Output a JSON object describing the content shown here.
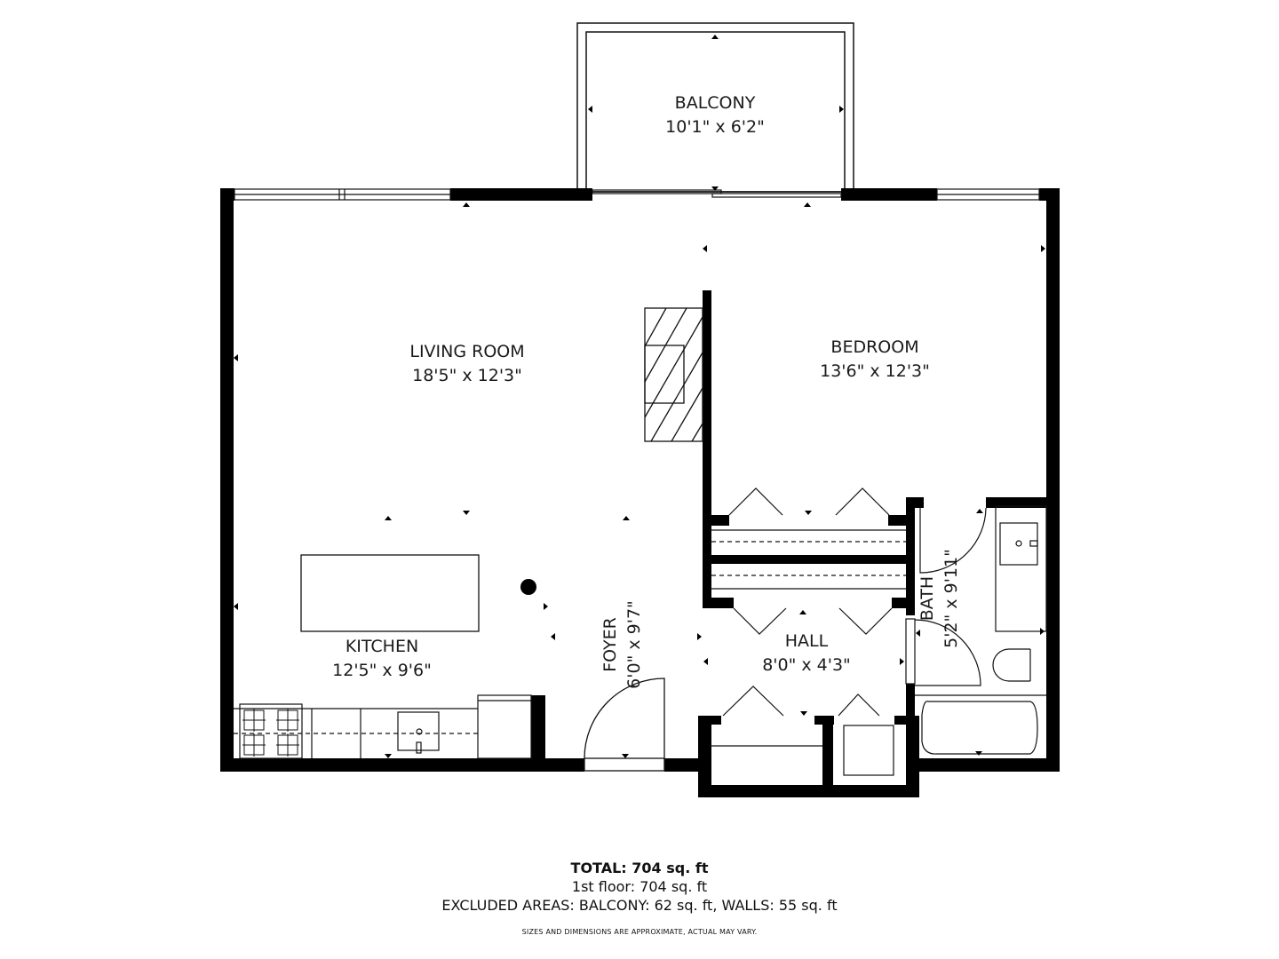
{
  "plan": {
    "colors": {
      "wall": "#000000",
      "line": "#111111",
      "background": "#ffffff"
    },
    "rooms": [
      {
        "id": "balcony",
        "name": "BALCONY",
        "dims": "10'1\" x 6'2\""
      },
      {
        "id": "living",
        "name": "LIVING ROOM",
        "dims": "18'5\" x 12'3\""
      },
      {
        "id": "bedroom",
        "name": "BEDROOM",
        "dims": "13'6\" x 12'3\""
      },
      {
        "id": "kitchen",
        "name": "KITCHEN",
        "dims": "12'5\" x 9'6\""
      },
      {
        "id": "foyer",
        "name": "FOYER",
        "dims": "6'0\" x 9'7\""
      },
      {
        "id": "hall",
        "name": "HALL",
        "dims": "8'0\" x 4'3\""
      },
      {
        "id": "bath",
        "name": "BATH",
        "dims": "5'2\" x 9'11\""
      }
    ]
  },
  "summary": {
    "total": "TOTAL: 704 sq. ft",
    "floor": "1st floor: 704 sq. ft",
    "excluded": "EXCLUDED AREAS: BALCONY: 62 sq. ft, WALLS: 55 sq. ft",
    "disclaimer": "SIZES AND DIMENSIONS ARE APPROXIMATE, ACTUAL MAY VARY."
  }
}
